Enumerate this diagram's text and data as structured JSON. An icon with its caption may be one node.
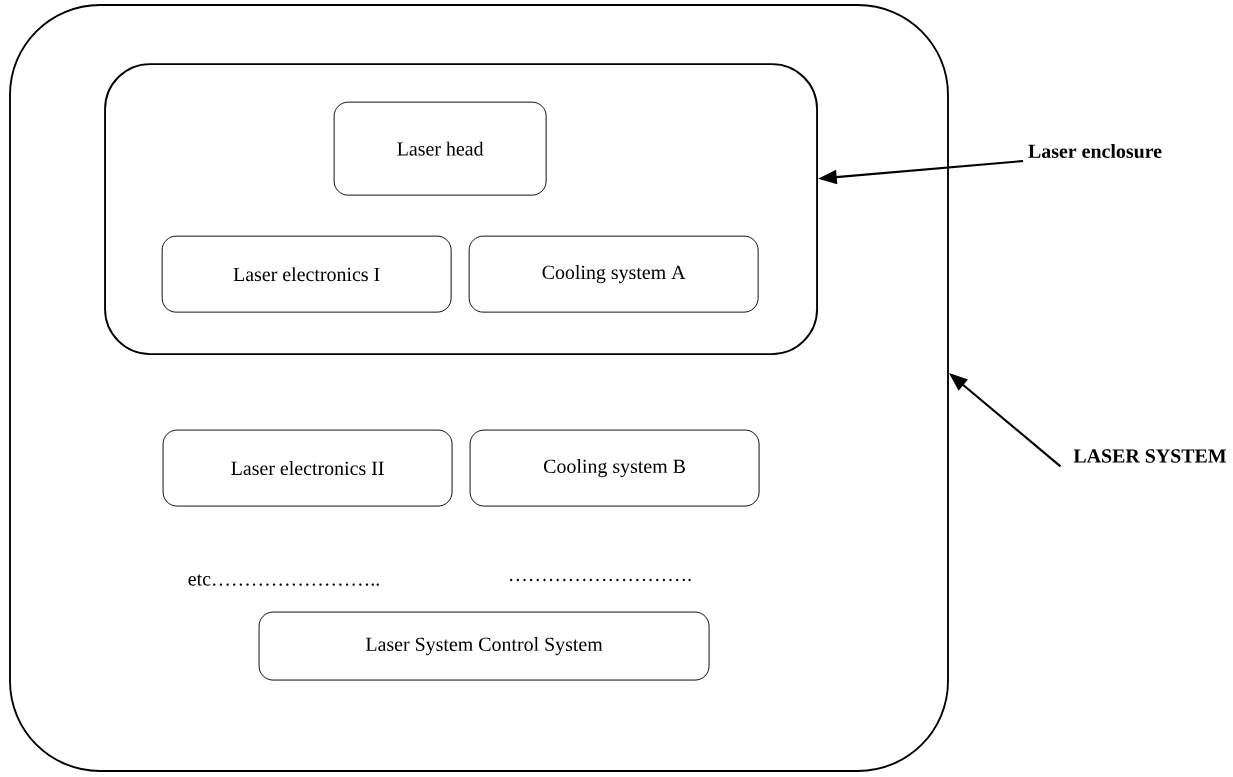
{
  "diagram": {
    "nodes": [
      {
        "text": [],
        "shape": "box"
      },
      {
        "text": [],
        "shape": "box",
        "in": 0
      },
      {
        "text": [
          "Laser head"
        ],
        "in": 1
      },
      {
        "text": [
          "Laser electronics I"
        ],
        "in": 1
      },
      {
        "text": [
          "Cooling system A"
        ],
        "in": 1
      },
      {
        "text": [
          "Laser electronics II"
        ],
        "in": 0
      },
      {
        "text": [
          "Cooling system B"
        ],
        "in": 0
      },
      {
        "text": [
          "Laser System Control System"
        ],
        "in": 0
      },
      {
        "text": [
          "Laser enclosure"
        ]
      },
      {
        "text": [
          "LASER SYSTEM"
        ]
      }
    ],
    "edges": [
      {
        "from": 8,
        "to": 1,
        "arrow": "to"
      },
      {
        "from": 9,
        "to": 0,
        "arrow": "to"
      }
    ],
    "labels": [
      "etc……………………..",
      "………………………."
    ]
  }
}
